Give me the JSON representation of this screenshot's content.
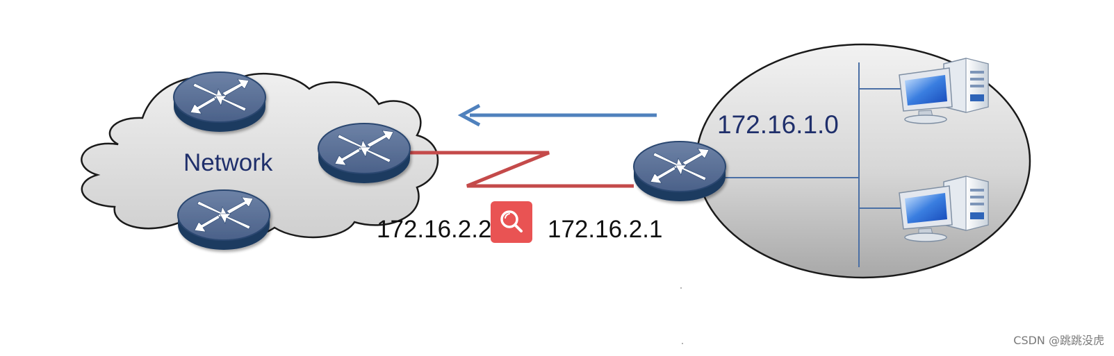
{
  "labels": {
    "network": "Network",
    "subnet": "172.16.1.0",
    "ip_left": "172.16.2.2",
    "ip_right": "172.16.2.1"
  },
  "watermark": "CSDN @跳跳没虎",
  "icons": {
    "router": "router-icon",
    "computer": "computer-icon",
    "search": "search-icon",
    "arrow": "arrow-left-icon"
  },
  "colors": {
    "router_top": "#53698f",
    "router_side": "#213d63",
    "link": "#c44a4a",
    "arrow": "#4f81bd",
    "lan_line": "#4a6fa5",
    "search_button": "#e95353"
  }
}
